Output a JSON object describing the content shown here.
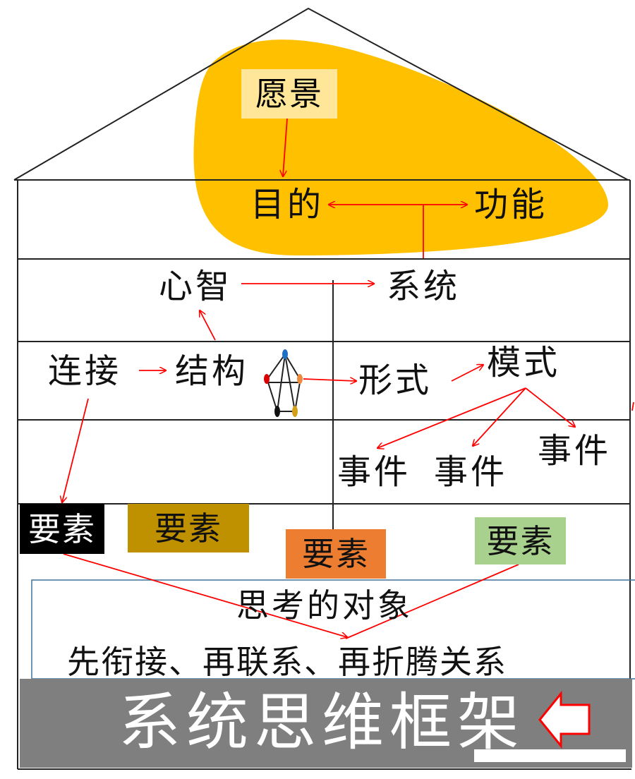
{
  "vision": "愿景",
  "purpose": "目的",
  "function": "功能",
  "mind": "心智",
  "system": "系统",
  "connection": "连接",
  "structure": "结构",
  "form": "形式",
  "pattern": "模式",
  "events": [
    "事件",
    "事件",
    "事件"
  ],
  "elements": [
    {
      "label": "要素",
      "color": "#000000",
      "text_color": "#ffffff"
    },
    {
      "label": "要素",
      "color": "#bf9000",
      "text_color": "#111111"
    },
    {
      "label": "要素",
      "color": "#ed7d31",
      "text_color": "#111111"
    },
    {
      "label": "要素",
      "color": "#a9d18e",
      "text_color": "#111111"
    }
  ],
  "object_of_thinking": "思考的对象",
  "method": "先衔接、再联系、再折腾关系",
  "title": "系统思维框架",
  "colors": {
    "blob": "#ffc000",
    "vision_box": "#ffe699",
    "arrow": "#ff0000",
    "title_bar": "#7f7f7f"
  }
}
